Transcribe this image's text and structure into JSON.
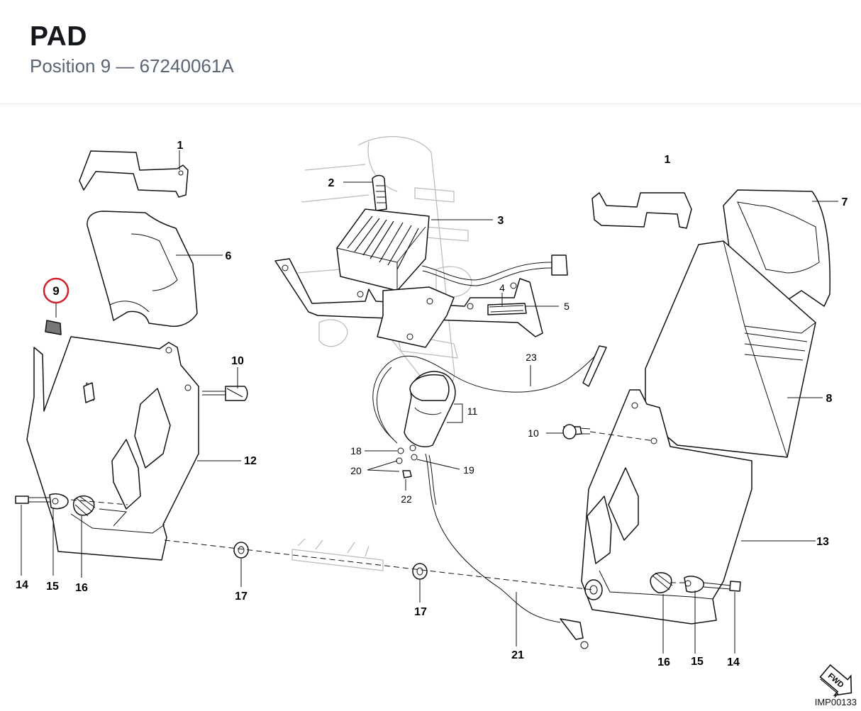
{
  "header": {
    "title": "PAD",
    "subtitle_position": "Position 9",
    "subtitle_separator": " — ",
    "subtitle_part_number": "67240061A"
  },
  "diagram": {
    "highlight_color": "#d0202a",
    "callouts": [
      {
        "id": "c1a",
        "text": "1",
        "bold": true
      },
      {
        "id": "c1b",
        "text": "1",
        "bold": true
      },
      {
        "id": "c2",
        "text": "2",
        "bold": true
      },
      {
        "id": "c3",
        "text": "3",
        "bold": true
      },
      {
        "id": "c4",
        "text": "4",
        "bold": false
      },
      {
        "id": "c5",
        "text": "5",
        "bold": false
      },
      {
        "id": "c6",
        "text": "6",
        "bold": true
      },
      {
        "id": "c7",
        "text": "7",
        "bold": true
      },
      {
        "id": "c8",
        "text": "8",
        "bold": true
      },
      {
        "id": "c9",
        "text": "9",
        "bold": true,
        "highlighted": true
      },
      {
        "id": "c10a",
        "text": "10",
        "bold": true
      },
      {
        "id": "c10b",
        "text": "10",
        "bold": false
      },
      {
        "id": "c11",
        "text": "11",
        "bold": false
      },
      {
        "id": "c12",
        "text": "12",
        "bold": true
      },
      {
        "id": "c13",
        "text": "13",
        "bold": true
      },
      {
        "id": "c14a",
        "text": "14",
        "bold": true
      },
      {
        "id": "c14b",
        "text": "14",
        "bold": true
      },
      {
        "id": "c15a",
        "text": "15",
        "bold": true
      },
      {
        "id": "c15b",
        "text": "15",
        "bold": true
      },
      {
        "id": "c16a",
        "text": "16",
        "bold": true
      },
      {
        "id": "c16b",
        "text": "16",
        "bold": true
      },
      {
        "id": "c17a",
        "text": "17",
        "bold": true
      },
      {
        "id": "c17b",
        "text": "17",
        "bold": true
      },
      {
        "id": "c18",
        "text": "18",
        "bold": false
      },
      {
        "id": "c19",
        "text": "19",
        "bold": false
      },
      {
        "id": "c20",
        "text": "20",
        "bold": false
      },
      {
        "id": "c21",
        "text": "21",
        "bold": true
      },
      {
        "id": "c22",
        "text": "22",
        "bold": false
      },
      {
        "id": "c23",
        "text": "23",
        "bold": false
      }
    ],
    "fwd_label": "FWD",
    "image_code": "IMP00133"
  }
}
